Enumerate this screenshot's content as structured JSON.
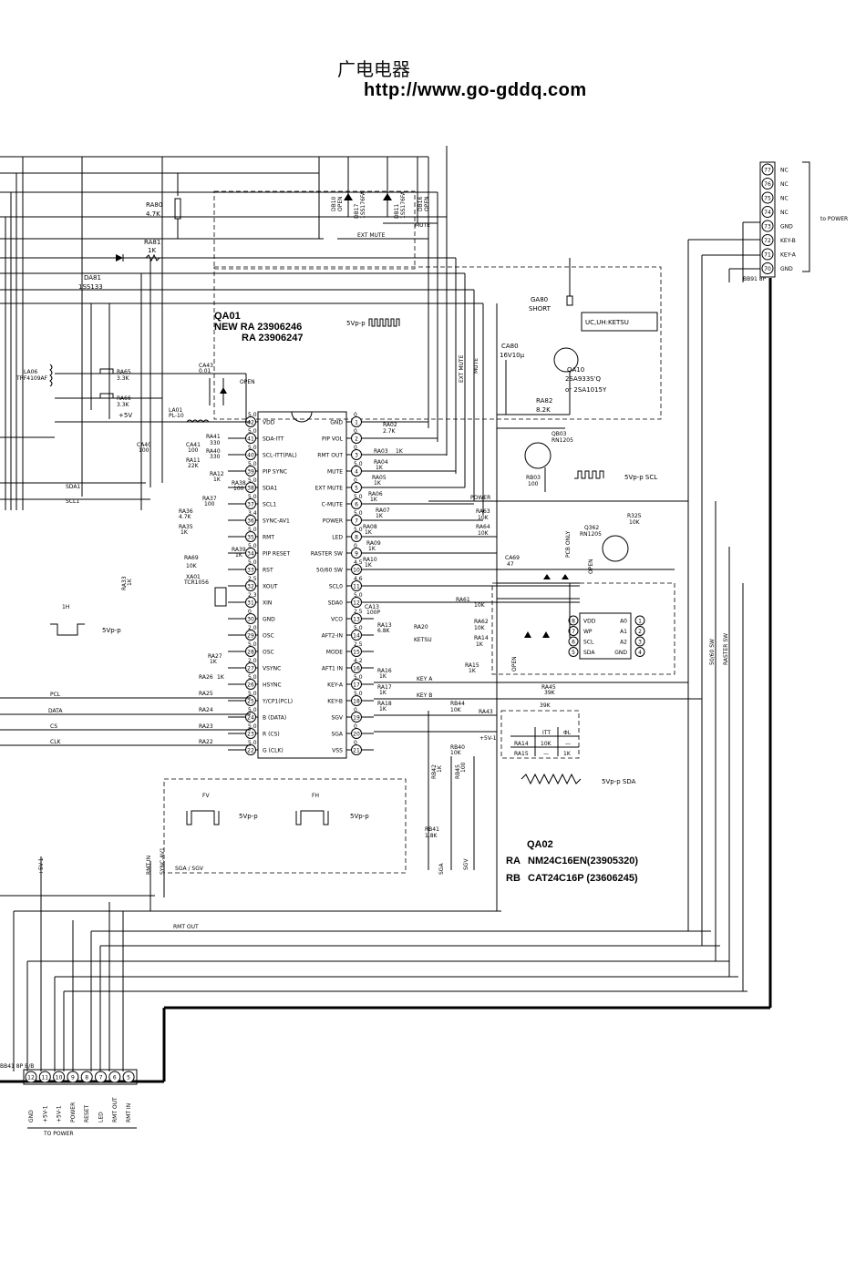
{
  "header": {
    "chinese_title": "广电电器",
    "url": "http://www.go-gddq.com"
  },
  "qa01": {
    "ref": "QA01",
    "line1": "NEW RA 23906246",
    "line2": "RA 23906247",
    "vpp_label": "5Vp-p"
  },
  "qa01_left_pins": [
    {
      "num": "42",
      "name": "VDD",
      "v": "5.0"
    },
    {
      "num": "41",
      "name": "SDA-ITT",
      "v": "5.0"
    },
    {
      "num": "40",
      "name": "SCL-ITT(PAL)",
      "v": "5.0"
    },
    {
      "num": "39",
      "name": "PIP SYNC",
      "v": "5.0"
    },
    {
      "num": "38",
      "name": "SDA1",
      "v": "5.0"
    },
    {
      "num": "37",
      "name": "SCL1",
      "v": "5.0"
    },
    {
      "num": "36",
      "name": "SYNC-AV1",
      "v": "3.4"
    },
    {
      "num": "35",
      "name": "RMT",
      "v": "5.0"
    },
    {
      "num": "34",
      "name": "PIP RESET",
      "v": "5.0"
    },
    {
      "num": "33",
      "name": "RST",
      "v": "5.0"
    },
    {
      "num": "32",
      "name": "XOUT",
      "v": "2.5"
    },
    {
      "num": "31",
      "name": "XIN",
      "v": "2.3"
    },
    {
      "num": "30",
      "name": "GND",
      "v": "0"
    },
    {
      "num": "29",
      "name": "OSC",
      "v": "2.0"
    },
    {
      "num": "28",
      "name": "OSC",
      "v": "5.0"
    },
    {
      "num": "27",
      "name": "VSYNC",
      "v": "2.0"
    },
    {
      "num": "26",
      "name": "HSYNC",
      "v": "5.0"
    },
    {
      "num": "25",
      "name": "Y/CP1(PCL)",
      "v": "5.0"
    },
    {
      "num": "24",
      "name": "B (DATA)",
      "v": "5.0"
    },
    {
      "num": "23",
      "name": "R (CS)",
      "v": "5.0"
    },
    {
      "num": "22",
      "name": "G (CLK)",
      "v": "5.0"
    }
  ],
  "qa01_right_pins": [
    {
      "num": "1",
      "name": "GND",
      "v": "0"
    },
    {
      "num": "2",
      "name": "PIP VOL",
      "v": "0"
    },
    {
      "num": "3",
      "name": "RMT OUT",
      "v": "0"
    },
    {
      "num": "4",
      "name": "MUTE",
      "v": "5.0"
    },
    {
      "num": "5",
      "name": "EXT MUTE",
      "v": "0"
    },
    {
      "num": "6",
      "name": "C-MUTE",
      "v": "5.0"
    },
    {
      "num": "7",
      "name": "POWER",
      "v": "5.0"
    },
    {
      "num": "8",
      "name": "LED",
      "v": "5.0"
    },
    {
      "num": "9",
      "name": "RASTER SW",
      "v": "0"
    },
    {
      "num": "10",
      "name": "50/60 SW",
      "v": "4.5"
    },
    {
      "num": "11",
      "name": "SCL0",
      "v": "4.6"
    },
    {
      "num": "12",
      "name": "SDA0",
      "v": "5.0"
    },
    {
      "num": "13",
      "name": "VCO",
      "v": "2.5"
    },
    {
      "num": "14",
      "name": "AFT2-IN",
      "v": "5.0"
    },
    {
      "num": "15",
      "name": "MODE",
      "v": "2.5"
    },
    {
      "num": "16",
      "name": "AFT1 IN",
      "v": "4.2"
    },
    {
      "num": "17",
      "name": "KEY-A",
      "v": "5.0"
    },
    {
      "num": "18",
      "name": "KEY-B",
      "v": "5.0"
    },
    {
      "num": "19",
      "name": "SGV",
      "v": "0"
    },
    {
      "num": "20",
      "name": "SGA",
      "v": "0"
    },
    {
      "num": "21",
      "name": "VSS",
      "v": "0"
    }
  ],
  "connector_right": {
    "pins": [
      {
        "num": "77",
        "label": "NC"
      },
      {
        "num": "76",
        "label": "NC"
      },
      {
        "num": "75",
        "label": "NC"
      },
      {
        "num": "74",
        "label": "NC"
      },
      {
        "num": "73",
        "label": "GND"
      },
      {
        "num": "72",
        "label": "KEY-B"
      },
      {
        "num": "71",
        "label": "KEY-A"
      },
      {
        "num": "70",
        "label": "GND"
      }
    ],
    "to": "to POWER",
    "ref": "BB91 8P"
  },
  "connector_bottom": {
    "pins": [
      "12",
      "11",
      "10",
      "9",
      "8",
      "7",
      "6",
      "5"
    ],
    "labels": [
      "GND",
      "+5V-1",
      "+5V-1",
      "POWER",
      "RESET",
      "LED",
      "RMT OUT",
      "RMT IN"
    ],
    "to": "TO POWER",
    "ref": "BB41 8P B/B"
  },
  "qa02": {
    "ref": "QA02",
    "ra_tag": "RA",
    "ra_part": "NM24C16EN(23905320)",
    "rb_tag": "RB",
    "rb_part": "CAT24C16P (23606245)",
    "pins_left": [
      {
        "num": "8",
        "name": "VDD"
      },
      {
        "num": "7",
        "name": "WP"
      },
      {
        "num": "6",
        "name": "SCL"
      },
      {
        "num": "5",
        "name": "SDA"
      }
    ],
    "pins_right": [
      {
        "num": "1",
        "name": "A0"
      },
      {
        "num": "2",
        "name": "A1"
      },
      {
        "num": "3",
        "name": "A2"
      },
      {
        "num": "4",
        "name": "GND"
      }
    ]
  },
  "transistors": {
    "qa10": {
      "ref": "QA10",
      "part1": "2SA933S'Q",
      "part2": "or 2SA1015Y"
    },
    "qb03": {
      "ref": "QB03",
      "part": "RN1205"
    },
    "q362": {
      "ref": "Q362",
      "part": "RN1205"
    }
  },
  "components": {
    "ra80": {
      "ref": "RA80",
      "val": "4.7K"
    },
    "ra81": {
      "ref": "RA81",
      "val": "1K"
    },
    "da81": {
      "ref": "DA81",
      "val": "1SS133"
    },
    "ga80": {
      "ref": "GA80",
      "val": "SHORT"
    },
    "ca80": {
      "ref": "CA80",
      "val": "16V10μ"
    },
    "ra82": {
      "ref": "RA82",
      "val": "8.2K"
    },
    "ra65": {
      "ref": "RA65",
      "val": "3.3K"
    },
    "ra66": {
      "ref": "RA66",
      "val": "3.3K"
    },
    "la06": {
      "ref": "LA06",
      "val": "TRF4109AF"
    },
    "la01": {
      "ref": "LA01",
      "val": "PL-10"
    },
    "xa01": {
      "ref": "XA01",
      "val": "TCR1056"
    },
    "rb03": {
      "ref": "RB03",
      "val": "100"
    },
    "r325": {
      "ref": "R325",
      "val": "10K"
    },
    "ra20": {
      "ref": "RA20",
      "val": "KETSU"
    },
    "rb41": {
      "ref": "RB41",
      "val": "1.8K"
    },
    "rb42": {
      "ref": "RB42",
      "val": "1K"
    },
    "rb45": {
      "ref": "RB45",
      "val": "100"
    },
    "rb40": {
      "ref": "RB40",
      "val": "10K"
    },
    "rb44": {
      "ref": "RB44",
      "val": "10K"
    },
    "ra13": {
      "ref": "RA13",
      "val": "6.8K"
    },
    "ra15": {
      "ref": "RA15",
      "val": "1K"
    },
    "ra16": {
      "ref": "RA16",
      "val": "1K"
    },
    "ra17": {
      "ref": "RA17",
      "val": "1K"
    },
    "ra18": {
      "ref": "RA18",
      "val": "1K"
    },
    "ra33": {
      "ref": "RA33",
      "val": "1K"
    },
    "ra39": {
      "ref": "RA39",
      "val": "1K"
    },
    "ra69": {
      "ref": "RA69",
      "val": "10K"
    },
    "ra35": {
      "ref": "RA35",
      "val": "1K"
    },
    "ra36": {
      "ref": "RA36",
      "val": "4.7K"
    },
    "ra37": {
      "ref": "RA37",
      "val": "100"
    },
    "ra38": {
      "ref": "RA38",
      "val": "100"
    },
    "ra12": {
      "ref": "RA12",
      "val": "1K"
    },
    "ra11": {
      "ref": "RA11",
      "val": "22K"
    },
    "ra40": {
      "ref": "RA40",
      "val": "330"
    },
    "ra41": {
      "ref": "RA41",
      "val": "330"
    },
    "ra02": {
      "ref": "RA02",
      "val": "2.7K"
    },
    "ra03": {
      "ref": "RA03",
      "val": "1K"
    },
    "ra04": {
      "ref": "RA04",
      "val": "1K"
    },
    "ra05": {
      "ref": "RA05",
      "val": "1K"
    },
    "ra06": {
      "ref": "RA06",
      "val": "1K"
    },
    "ra07": {
      "ref": "RA07",
      "val": "1K"
    },
    "ra08": {
      "ref": "RA08",
      "val": "1K"
    },
    "ra09": {
      "ref": "RA09",
      "val": "1K"
    },
    "ra10": {
      "ref": "RA10",
      "val": "1K"
    },
    "ca13": {
      "ref": "CA13",
      "val": "100P"
    },
    "ca40": {
      "ref": "CA40",
      "val": "100"
    },
    "ca41": {
      "ref": "CA41",
      "val": "100"
    },
    "ca43": {
      "ref": "CA43",
      "val": "0.01"
    },
    "ca69": {
      "ref": "CA69",
      "val": "47"
    },
    "ra63": {
      "ref": "RA63",
      "val": "10K"
    },
    "ra64": {
      "ref": "RA64",
      "val": "10K"
    },
    "ra27": {
      "ref": "RA27",
      "val": "1K"
    },
    "ra26": {
      "ref": "RA26",
      "val": "1K"
    },
    "ra25": {
      "ref": "RA25"
    },
    "ra24": {
      "ref": "RA24"
    },
    "ra23": {
      "ref": "RA23"
    },
    "ra22": {
      "ref": "RA22"
    },
    "ra43": {
      "ref": "RA43",
      "val": "39K"
    },
    "ra45": {
      "ref": "RA45",
      "val": "39K"
    },
    "ra14": {
      "ref": "RA14",
      "val": "1K"
    },
    "ra61": {
      "ref": "RA61",
      "val": "10K"
    },
    "ra62": {
      "ref": "RA62",
      "val": "10K"
    }
  },
  "diodes_top": [
    {
      "ref": "DB10",
      "val": "OPEN"
    },
    {
      "ref": "DB17",
      "val": "1SS176FA"
    },
    {
      "ref": "DB11",
      "val": "1SS176FA"
    },
    {
      "ref": "DB16",
      "val": "OPEN"
    }
  ],
  "notes": {
    "uc_box": "UC,UH:KETSU",
    "ext_mute": "EXT MUTE",
    "mute": "MUTE",
    "plus5v": "+5V",
    "scl_wave": "5Vp-p SCL",
    "sda_wave": "5Vp-p SDA",
    "fv": "FV",
    "fh": "FH",
    "wave_5vpp": "5Vp-p",
    "sga_sgv": "SGA / SGV",
    "rmt_out": "RMT OUT",
    "rmt_in": "RMT IN",
    "sync_av1": "SYNC-AV1",
    "power": "POWER",
    "key_a": "KEY A",
    "key_b": "KEY B",
    "ketsu": "KETSU",
    "pcb_only": "PCB ONLY",
    "open": "OPEN",
    "plus5v_1": "+5V-1",
    "raster_sw": "RASTER SW",
    "sw_5060": "50/60 SW",
    "sga": "SGA",
    "sgv": "SGV",
    "plus5v_1_v": "+5V-1"
  },
  "signals_left": [
    "SDA1",
    "SCL1",
    "PCL",
    "DATA",
    "CS",
    "CLK"
  ],
  "ra_table": {
    "headers": [
      "",
      "ITT",
      "ΦL"
    ],
    "rows": [
      [
        "RA14",
        "10K",
        "—"
      ],
      [
        "RA15",
        "—",
        "1K"
      ]
    ]
  }
}
